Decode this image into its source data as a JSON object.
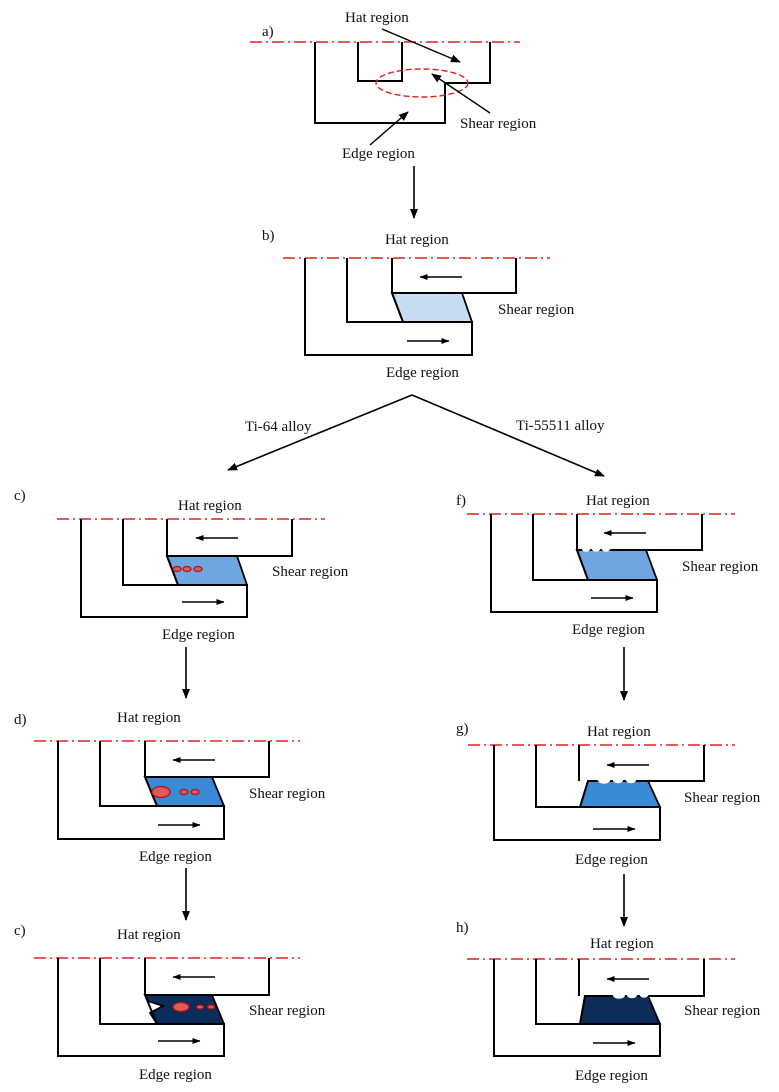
{
  "colors": {
    "centerline": "#e02020",
    "shear_light": "#c5dcf2",
    "shear_medium": "#6fa6df",
    "shear_strong": "#3a8ad8",
    "shear_dark": "#0c2c5a",
    "void": "#e05a5a"
  },
  "labels": {
    "hat": "Hat region",
    "shear": "Shear region",
    "edge": "Edge region"
  },
  "branches": {
    "left": "Ti-64 alloy",
    "right": "Ti-55511 alloy"
  },
  "panels": {
    "a": "a)",
    "b": "b)",
    "c": "c)",
    "d": "d)",
    "e": "c)",
    "f": "f)",
    "g": "g)",
    "h": "h)"
  }
}
